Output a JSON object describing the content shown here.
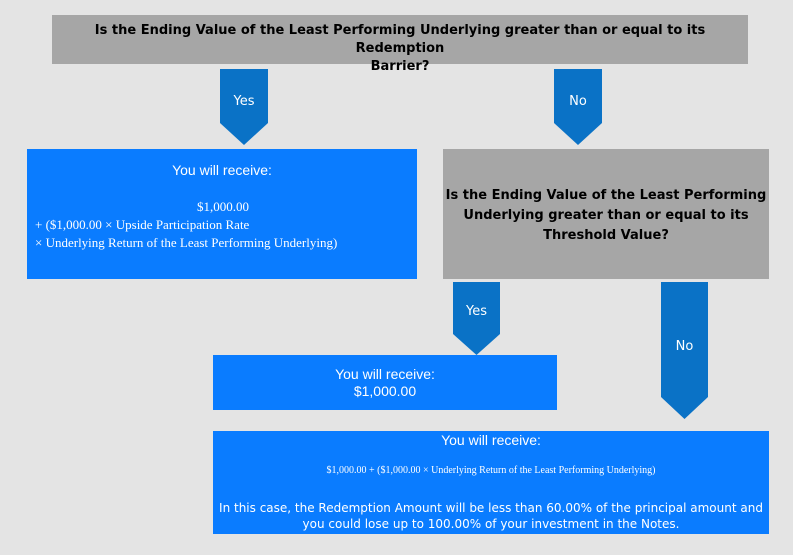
{
  "top_question": {
    "line1": "Is the Ending Value of the Least Performing Underlying greater than or equal to its Redemption",
    "line2": "Barrier?"
  },
  "arrow_yes_1": "Yes",
  "arrow_no_1": "No",
  "box_left": {
    "title": "You will receive:",
    "line1": "$1,000.00",
    "line2": "+ ($1,000.00 × Upside Participation Rate",
    "line3": "× Underlying Return of the Least Performing Underlying)"
  },
  "second_question": {
    "line1": "Is the Ending Value of the Least Performing",
    "line2": "Underlying greater than or equal to its",
    "line3": "Threshold Value?"
  },
  "arrow_yes_2": "Yes",
  "arrow_no_2": "No",
  "box_mid": {
    "title": "You will receive:",
    "amount": "$1,000.00"
  },
  "box_bottom": {
    "title": "You will receive:",
    "formula": "$1,000.00 + ($1,000.00 × Underlying Return of the Least Performing Underlying)",
    "note_line1": "In this case, the Redemption Amount will be less than 60.00% of the principal amount and",
    "note_line2": "you could lose up to 100.00% of your investment in the Notes."
  },
  "colors": {
    "background": "#e4e4e4",
    "question_box": "#a6a6a6",
    "outcome_box": "#0a7cff",
    "arrow": "#0a72c6"
  }
}
